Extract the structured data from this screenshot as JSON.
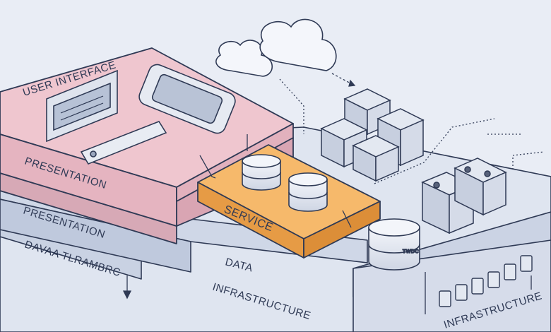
{
  "labels": {
    "user_interface": "USER INTERFACE",
    "presentation_top": "PRESENTATION",
    "presentation_side": "PRESENTATION",
    "data_transfers": "DAVAA TLRAMBRC",
    "service": "SERVICE",
    "data": "DATA",
    "infrastructure_left": "INFRASTRUCTURE",
    "infrastructure_right": "INFRASTRUCTURE",
    "db_tag": "TWDC"
  },
  "colors": {
    "background": "#e9edf5",
    "presentation_layer": "#efc6cf",
    "service_layer": "#f6b96b",
    "base_layer": "#dde3ef",
    "outline": "#2f3a55"
  },
  "icons": [
    "cloud-icon",
    "monitor-icon",
    "phone-icon",
    "keyboard-icon",
    "database-icon",
    "server-rack-icon",
    "switch-icon"
  ]
}
